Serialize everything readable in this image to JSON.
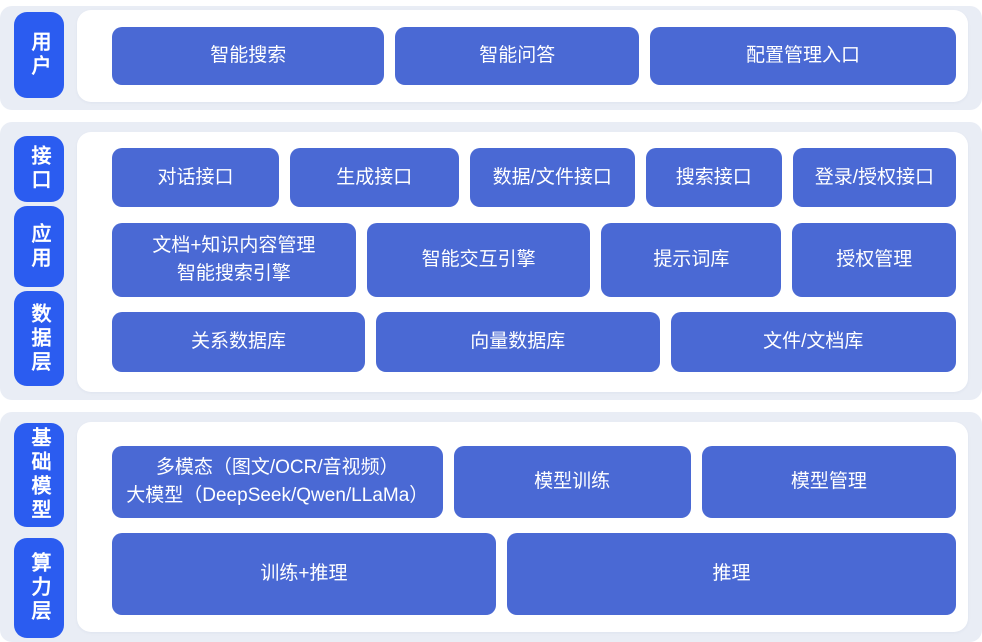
{
  "palette": {
    "band_background": "#e9edf5",
    "panel_background": "#ffffff",
    "layer_label_background": "#2b5cf0",
    "block_background": "#4a69d4",
    "text_color": "#ffffff"
  },
  "bands": [
    {
      "labels": [
        {
          "text": "用户"
        }
      ],
      "rows": [
        {
          "blocks": [
            {
              "text": "智能搜索"
            },
            {
              "text": "智能问答"
            },
            {
              "text": "配置管理入口"
            }
          ]
        }
      ]
    },
    {
      "labels": [
        {
          "text": "接口"
        },
        {
          "text": "应用"
        },
        {
          "text": "数据层"
        }
      ],
      "rows": [
        {
          "blocks": [
            {
              "text": "对话接口"
            },
            {
              "text": "生成接口"
            },
            {
              "text": "数据/文件接口"
            },
            {
              "text": "搜索接口"
            },
            {
              "text": "登录/授权接口"
            }
          ]
        },
        {
          "blocks": [
            {
              "text": "文档+知识内容管理\n智能搜索引擎"
            },
            {
              "text": "智能交互引擎"
            },
            {
              "text": "提示词库"
            },
            {
              "text": "授权管理"
            }
          ]
        },
        {
          "blocks": [
            {
              "text": "关系数据库"
            },
            {
              "text": "向量数据库"
            },
            {
              "text": "文件/文档库"
            }
          ]
        }
      ]
    },
    {
      "labels": [
        {
          "text": "基础模型"
        },
        {
          "text": "算力层"
        }
      ],
      "rows": [
        {
          "blocks": [
            {
              "text": "多模态（图文/OCR/音视频）\n大模型（DeepSeek/Qwen/LLaMa）"
            },
            {
              "text": "模型训练"
            },
            {
              "text": "模型管理"
            }
          ]
        },
        {
          "blocks": [
            {
              "text": "训练+推理"
            },
            {
              "text": "推理"
            }
          ]
        }
      ]
    }
  ]
}
